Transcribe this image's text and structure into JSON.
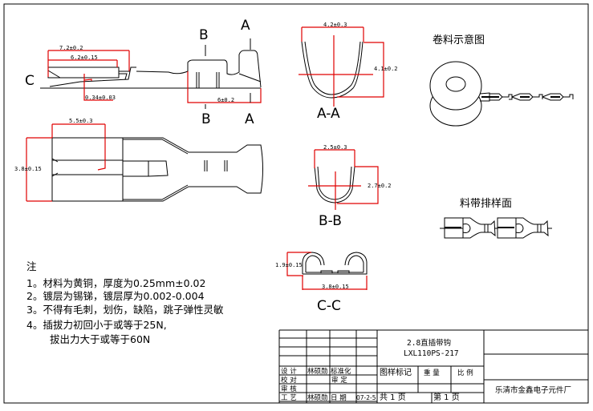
{
  "side_view": {
    "dim_total": "7.2±0.2",
    "dim_box": "6.2±0.15",
    "dim_thickness": "0.34±0.03",
    "dim_crimp": "6±0.2",
    "label_c": "C",
    "label_b_top": "B",
    "label_b_bottom": "B",
    "label_a_top": "A",
    "label_a_bottom": "A"
  },
  "top_view": {
    "dim_length": "5.5±0.3",
    "dim_width": "3.8±0.15"
  },
  "section_a": {
    "dim_width": "4.2±0.3",
    "dim_height": "4.1±0.2",
    "label": "A-A"
  },
  "section_b": {
    "dim_width": "2.5±0.3",
    "dim_height": "2.7±0.2",
    "label": "B-B"
  },
  "section_c": {
    "dim_height": "1.9±0.15",
    "dim_width": "3.8±0.15",
    "label": "C-C"
  },
  "reel": {
    "title": "卷料示意图"
  },
  "strip": {
    "title": "料带排样面"
  },
  "notes": {
    "heading": "注",
    "items": [
      "1。材料为黄铜，厚度为0.25mm±0.02",
      "2。镀层为锡锑，镀层厚为0.002-0.004",
      "3。不得有毛刺，划伤，缺陷，跳子弹性灵敏",
      "4。插拔力初回小于或等于25N,",
      "拔出力大于或等于60N"
    ]
  },
  "title_block": {
    "product_name": "2.8直插带钩",
    "part_number": "LXL110PS-217",
    "design_label": "设 计",
    "design_person": "林硕勋",
    "standard_label": "标准化",
    "check_label": "校 对",
    "approve_label": "审 定",
    "review_label": "审 核",
    "process_label": "工 艺",
    "process_person": "林硕勋",
    "date_label": "日 期",
    "date_value": "07-2-5",
    "mark_label": "图样标记",
    "weight_label": "重 量",
    "scale_label": "比 例",
    "total_pages": "共  1  页",
    "page_no": "第  1  页",
    "company": "乐清市金鑫电子元件厂"
  }
}
